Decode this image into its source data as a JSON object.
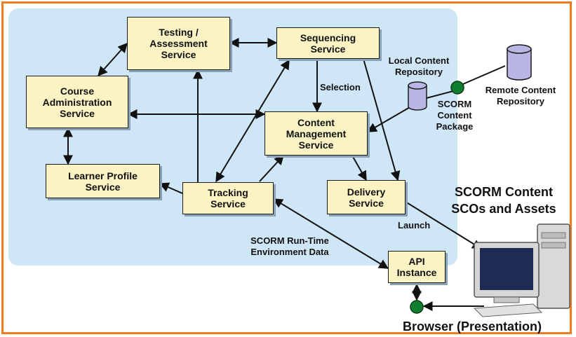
{
  "boxes": {
    "testing": "Testing /\nAssessment\nService",
    "sequencing": "Sequencing\nService",
    "course_admin": "Course\nAdministration\nService",
    "content_mgmt": "Content\nManagement\nService",
    "learner_profile": "Learner Profile\nService",
    "tracking": "Tracking\nService",
    "delivery": "Delivery\nService",
    "api_instance": "API\nInstance"
  },
  "labels": {
    "selection": "Selection",
    "local_repo": "Local Content\nRepository",
    "remote_repo": "Remote Content\nRepository",
    "scorm_package": "SCORM\nContent\nPackage",
    "scorm_content": "SCORM Content\nSCOs and Assets",
    "launch": "Launch",
    "runtime_data": "SCORM Run-Time\nEnvironment Data",
    "browser": "Browser (Presentation)"
  },
  "colors": {
    "frame": "#f07b21",
    "panel": "#cfe6f7",
    "box_fill": "#fbf3c3",
    "repository": "#b9b6e6",
    "connector": "#0f7f2f"
  }
}
